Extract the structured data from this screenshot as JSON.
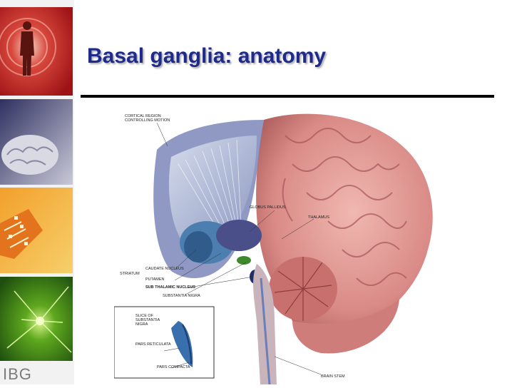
{
  "slide": {
    "title": "Basal ganglia: anatomy",
    "logo_text": "IBG"
  },
  "sidebar": {
    "tiles": [
      {
        "icon": "human-figure-icon",
        "color": "#b3191c"
      },
      {
        "icon": "brain-icon",
        "color": "#3a3c66"
      },
      {
        "icon": "circuit-board-icon",
        "color": "#e8901a"
      },
      {
        "icon": "neuron-icon",
        "color": "#3b7d1c"
      }
    ]
  },
  "figure": {
    "labels": {
      "cortical_region": "CORTICAL REGION\nCONTROLLING MOTION",
      "globus_pallidus": "GLOBUS PALLIDUS",
      "thalamus": "THALAMUS",
      "caudate_nucleus": "CAUDATE NUCLEUS",
      "striatum": "STRIATUM",
      "putamen": "PUTAMEN",
      "subthalamic_nucleus": "SUB THALAMIC NUCLEUS",
      "substantia_nigra": "SUBSTANTIA NIGRA",
      "inset_slice": "SLICE OF\nSUBSTANTIA\nNIGRA",
      "pars_reticulata": "PARS RETICULATA",
      "pars_compacta": "PARS COMPACTA",
      "brain_stem": "BRAIN STEM"
    }
  }
}
